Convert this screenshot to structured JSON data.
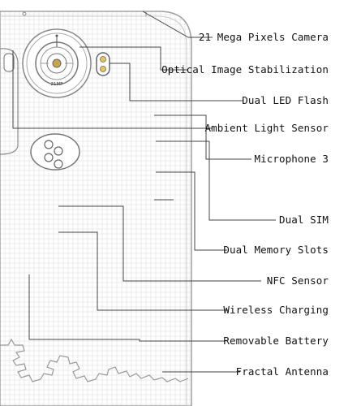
{
  "labels": {
    "camera": "21 Mega Pixels Camera",
    "ois": "Optical Image Stabilization",
    "flash": "Dual LED Flash",
    "ambient": "Ambient Light Sensor",
    "mic": "Microphone 3",
    "sim": "Dual SIM",
    "memory": "Dual Memory Slots",
    "nfc": "NFC Sensor",
    "wireless": "Wireless Charging",
    "battery": "Removable Battery",
    "antenna": "Fractal Antenna"
  },
  "camera_badge": "21MP",
  "colors": {
    "outline": "#9a9a9a",
    "line": "#444444",
    "grid": "#e3e3e3"
  }
}
